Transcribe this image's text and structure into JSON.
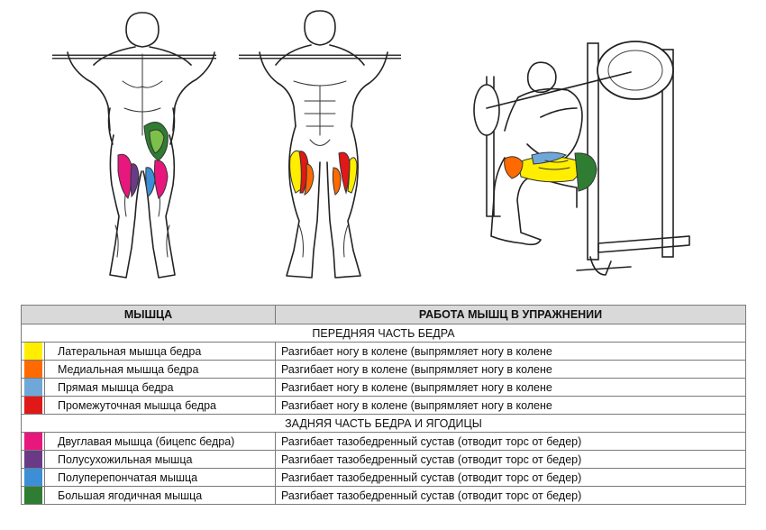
{
  "colors": {
    "lateral": "#ffee00",
    "medial": "#ff6a00",
    "rectus": "#6fa7d8",
    "intermediate": "#e01818",
    "biceps": "#e8177d",
    "semitendinosus": "#6a3a86",
    "semimembranosus": "#3c8fd6",
    "gluteus": "#2e7d32"
  },
  "table": {
    "header": {
      "muscle": "МЫШЦА",
      "work": "РАБОТА МЫШЦ В УПРАЖНЕНИИ"
    },
    "sections": [
      {
        "title": "ПЕРЕДНЯЯ ЧАСТЬ БЕДРА",
        "rows": [
          {
            "color_key": "lateral",
            "muscle": "Латеральная мышца бедра",
            "work": "Разгибает ногу в колене (выпрямляет ногу в колене"
          },
          {
            "color_key": "medial",
            "muscle": "Медиальная мышца бедра",
            "work": "Разгибает ногу в колене (выпрямляет ногу в колене"
          },
          {
            "color_key": "rectus",
            "muscle": "Прямая мышца бедра",
            "work": "Разгибает ногу в колене (выпрямляет ногу в колене"
          },
          {
            "color_key": "intermediate",
            "muscle": "Промежуточная мышца бедра",
            "work": "Разгибает ногу в колене (выпрямляет ногу в колене"
          }
        ]
      },
      {
        "title": "ЗАДНЯЯ ЧАСТЬ БЕДРА И ЯГОДИЦЫ",
        "rows": [
          {
            "color_key": "biceps",
            "muscle": "Двуглавая мышца (бицепс бедра)",
            "work": "Разгибает тазобедренный сустав (отводит торс от бедер)"
          },
          {
            "color_key": "semitendinosus",
            "muscle": "Полусухожильная мышца",
            "work": "Разгибает тазобедренный сустав (отводит торс от бедер)"
          },
          {
            "color_key": "semimembranosus",
            "muscle": "Полуперепончатая мышца",
            "work": "Разгибает тазобедренный сустав (отводит торс от бедер)"
          },
          {
            "color_key": "gluteus",
            "muscle": "Большая ягодичная мышца",
            "work": "Разгибает тазобедренный сустав (отводит торс от бедер)"
          }
        ]
      }
    ]
  }
}
